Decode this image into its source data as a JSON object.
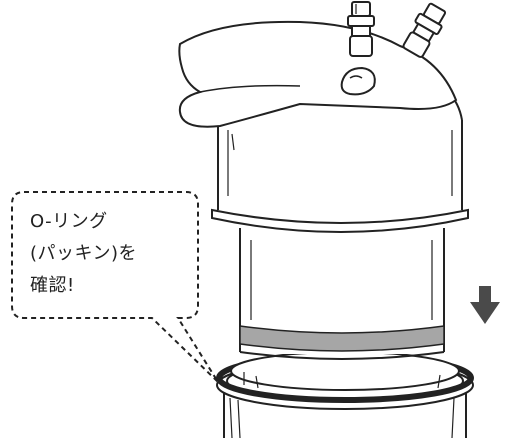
{
  "callout": {
    "line1": "O-リング",
    "line2": "(パッキン)を",
    "line3": "確認!"
  },
  "colors": {
    "outline": "#222222",
    "ring_gray": "#a6a6a6",
    "arrow": "#4a4a4a",
    "fill": "#ffffff"
  },
  "icons": {
    "down_arrow": "down-arrow-icon"
  }
}
